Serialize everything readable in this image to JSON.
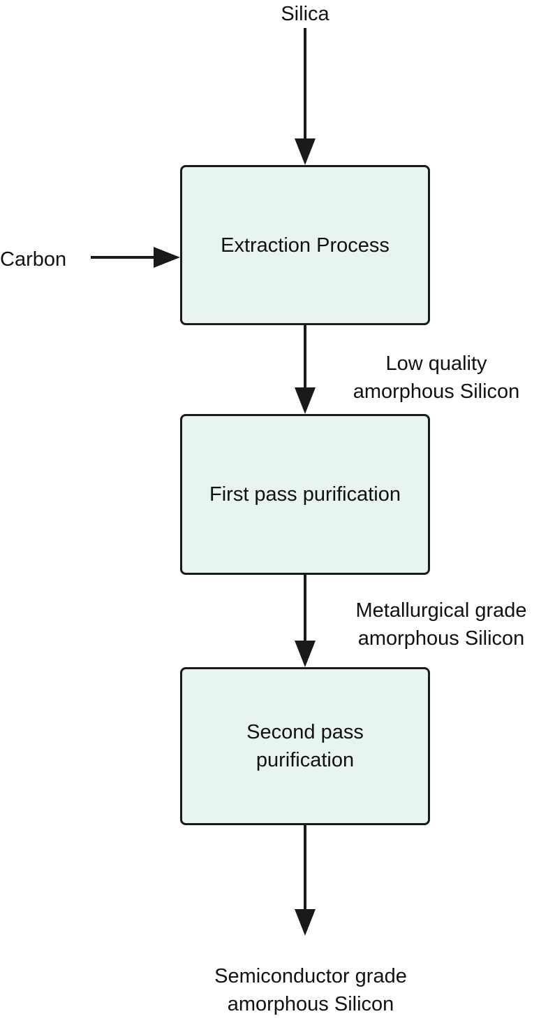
{
  "inputs": {
    "silica": "Silica",
    "carbon": "Carbon"
  },
  "boxes": {
    "extraction": "Extraction Process",
    "first_pass": "First pass purification",
    "second_pass_line1": "Second pass",
    "second_pass_line2": "purification"
  },
  "edges": {
    "low_quality_line1": "Low quality",
    "low_quality_line2": "amorphous Silicon",
    "metallurgical_line1": "Metallurgical grade",
    "metallurgical_line2": "amorphous Silicon"
  },
  "output": {
    "line1": "Semiconductor grade",
    "line2": "amorphous Silicon"
  },
  "colors": {
    "box_fill": "#e8f5ee",
    "stroke": "#1a1a1a"
  }
}
